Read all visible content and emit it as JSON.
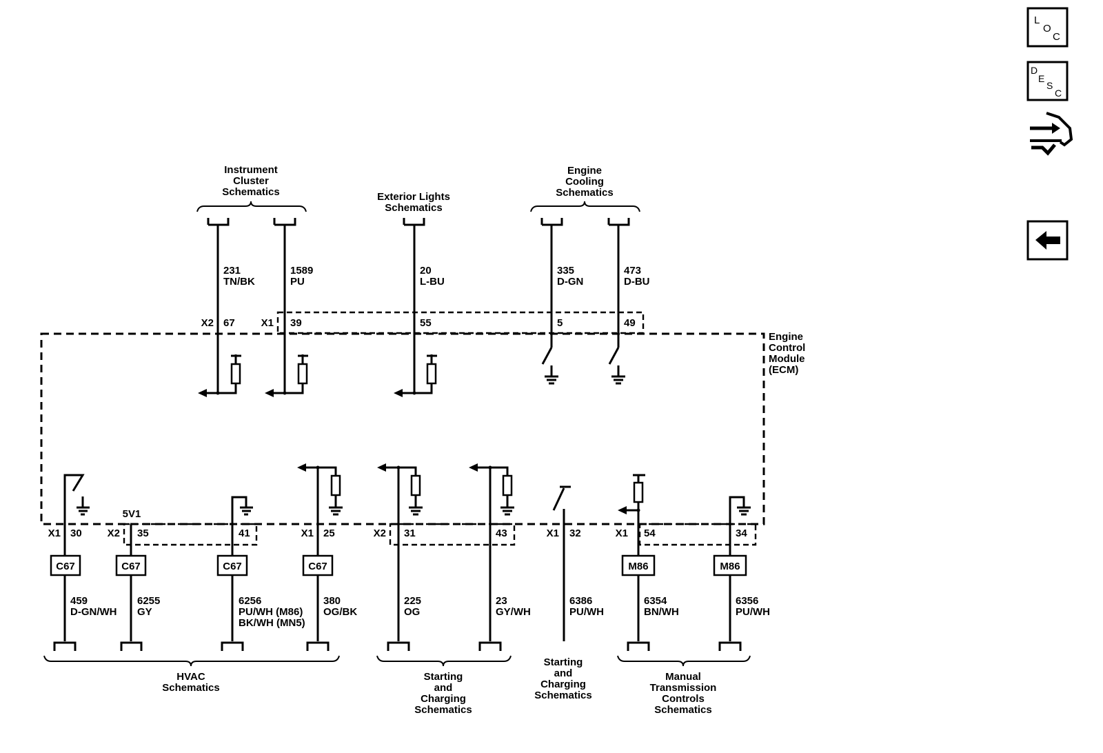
{
  "module": {
    "name_lines": [
      "Engine",
      "Control",
      "Module",
      "(ECM)"
    ]
  },
  "top_groups": [
    {
      "title_lines": [
        "Instrument",
        "Cluster",
        "Schematics"
      ]
    },
    {
      "title_lines": [
        "Exterior Lights",
        "Schematics"
      ]
    },
    {
      "title_lines": [
        "Engine",
        "Cooling",
        "Schematics"
      ]
    }
  ],
  "top_circuits": [
    {
      "circuit": "231",
      "color": "TN/BK",
      "connector": "X2",
      "pin": "67"
    },
    {
      "circuit": "1589",
      "color": "PU",
      "connector": "X1",
      "pin": "39"
    },
    {
      "circuit": "20",
      "color": "L-BU",
      "connector": "",
      "pin": "55"
    },
    {
      "circuit": "335",
      "color": "D-GN",
      "connector": "",
      "pin": "5"
    },
    {
      "circuit": "473",
      "color": "D-BU",
      "connector": "",
      "pin": "49"
    }
  ],
  "bottom_circuits": [
    {
      "connector": "X1",
      "pin": "30",
      "option": "C67",
      "circuit": "459",
      "color_lines": [
        "D-GN/WH"
      ]
    },
    {
      "connector": "X2",
      "pin": "35",
      "option": "C67",
      "circuit": "6255",
      "color_lines": [
        "GY"
      ],
      "ref_label": "5V1"
    },
    {
      "connector": "",
      "pin": "41",
      "option": "C67",
      "circuit": "6256",
      "color_lines": [
        "PU/WH (M86)",
        "BK/WH (MN5)"
      ]
    },
    {
      "connector": "X1",
      "pin": "25",
      "option": "C67",
      "circuit": "380",
      "color_lines": [
        "OG/BK"
      ]
    },
    {
      "connector": "X2",
      "pin": "31",
      "option": "",
      "circuit": "225",
      "color_lines": [
        "OG"
      ]
    },
    {
      "connector": "",
      "pin": "43",
      "option": "",
      "circuit": "23",
      "color_lines": [
        "GY/WH"
      ]
    },
    {
      "connector": "X1",
      "pin": "32",
      "option": "",
      "circuit": "6386",
      "color_lines": [
        "PU/WH"
      ]
    },
    {
      "connector": "X1",
      "pin": "54",
      "option": "M86",
      "circuit": "6354",
      "color_lines": [
        "BN/WH"
      ]
    },
    {
      "connector": "",
      "pin": "34",
      "option": "M86",
      "circuit": "6356",
      "color_lines": [
        "PU/WH"
      ]
    }
  ],
  "bottom_groups": [
    {
      "title_lines": [
        "HVAC",
        "Schematics"
      ]
    },
    {
      "title_lines": [
        "Starting",
        "and",
        "Charging",
        "Schematics"
      ]
    },
    {
      "title_lines": [
        "Starting",
        "and",
        "Charging",
        "Schematics"
      ]
    },
    {
      "title_lines": [
        "Manual",
        "Transmission",
        "Controls",
        "Schematics"
      ]
    }
  ],
  "nav": {
    "loc": {
      "letters": [
        "L",
        "O",
        "C"
      ]
    },
    "desc": {
      "letters": [
        "D",
        "E",
        "S",
        "C"
      ]
    },
    "connector_icon": "connector-end-view-icon",
    "back_icon": "back-arrow-icon"
  }
}
